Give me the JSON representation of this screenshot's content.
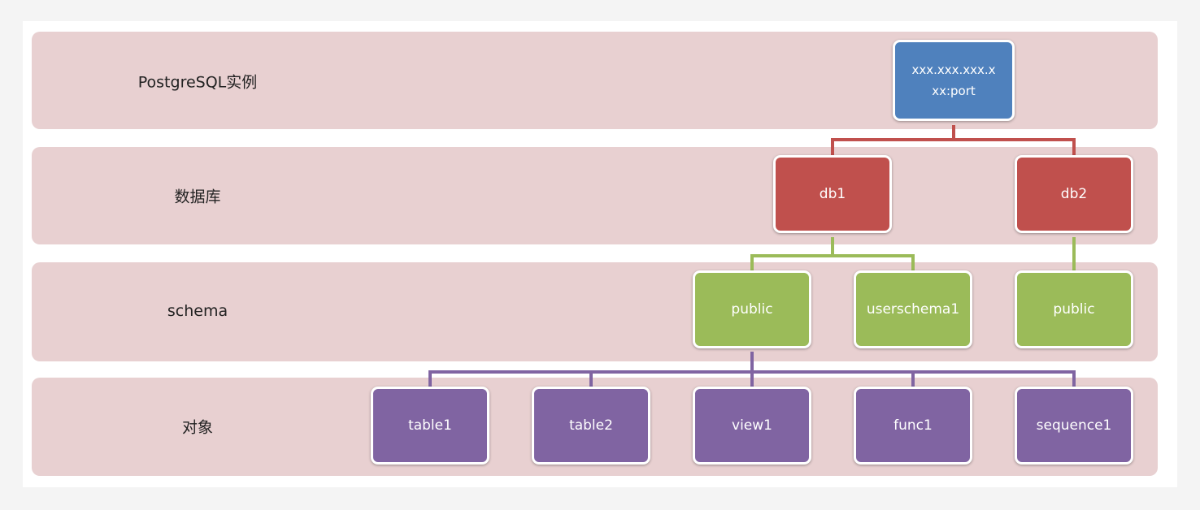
{
  "layers": [
    {
      "label": "PostgreSQL实例"
    },
    {
      "label": "数据库"
    },
    {
      "label": "schema"
    },
    {
      "label": "对象"
    }
  ],
  "nodes": {
    "instance": {
      "line1": "xxx.xxx.xxx.x",
      "line2": "xx:port"
    },
    "db1": "db1",
    "db2": "db2",
    "schema_public_db1": "public",
    "schema_userschema1": "userschema1",
    "schema_public_db2": "public",
    "obj_table1": "table1",
    "obj_table2": "table2",
    "obj_view1": "view1",
    "obj_func1": "func1",
    "obj_sequence1": "sequence1"
  },
  "colors": {
    "band": "#e8d0d1",
    "instance": "#4f81bd",
    "database": "#c0504d",
    "schema": "#9bbb59",
    "object": "#8064a2"
  }
}
